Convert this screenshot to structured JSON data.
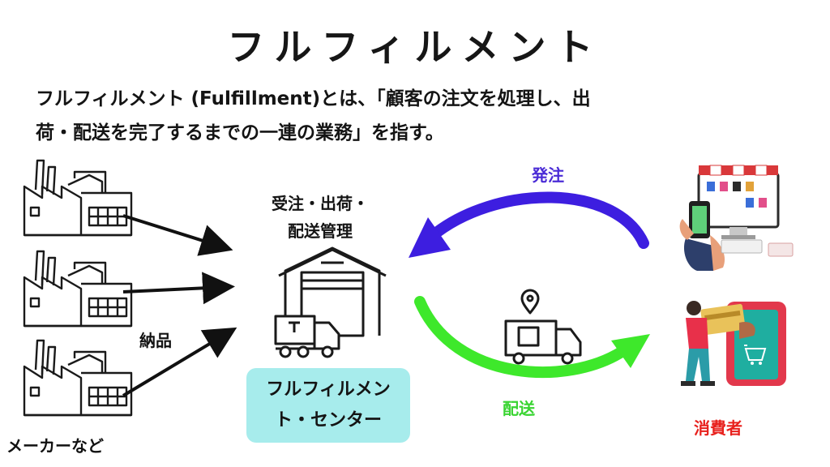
{
  "title": "フルフィルメント",
  "intro": {
    "line1": "フルフィルメント (Fulfillment)とは、「顧客の注文を処理し、出",
    "line2": "荷・配送を完了するまでの一連の業務」を指す。"
  },
  "labels": {
    "delivery_in": "納品",
    "makers": "メーカーなど",
    "center_top_1": "受注・出荷・",
    "center_top_2": "配送管理",
    "center_box_1": "フルフィルメン",
    "center_box_2": "ト・センター",
    "order": "発注",
    "ship": "配送",
    "consumer": "消費者"
  },
  "colors": {
    "order_arrow": "#3d1ee0",
    "ship_arrow": "#3ee82b",
    "center_box": "#a7ecec",
    "consumer_label": "#e8201c"
  },
  "icons": [
    "factory-icon",
    "warehouse-truck-icon",
    "delivery-truck-icon",
    "online-shopping-icon",
    "consumer-phone-icon"
  ]
}
